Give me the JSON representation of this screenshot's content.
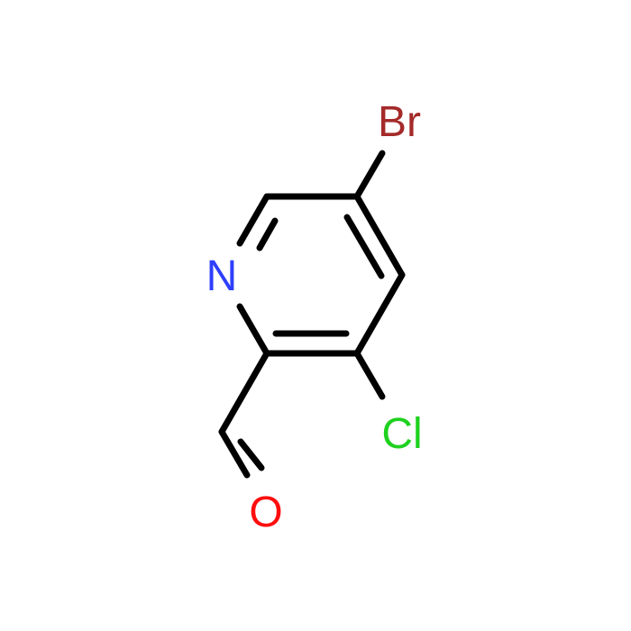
{
  "molecule": {
    "atoms": {
      "br": {
        "symbol": "Br",
        "color": "#a52a2a"
      },
      "n": {
        "symbol": "N",
        "color": "#2f3fff"
      },
      "cl": {
        "symbol": "Cl",
        "color": "#1fd11f"
      },
      "o": {
        "symbol": "O",
        "color": "#ff0d0d"
      }
    },
    "bond_color": "#000000"
  }
}
